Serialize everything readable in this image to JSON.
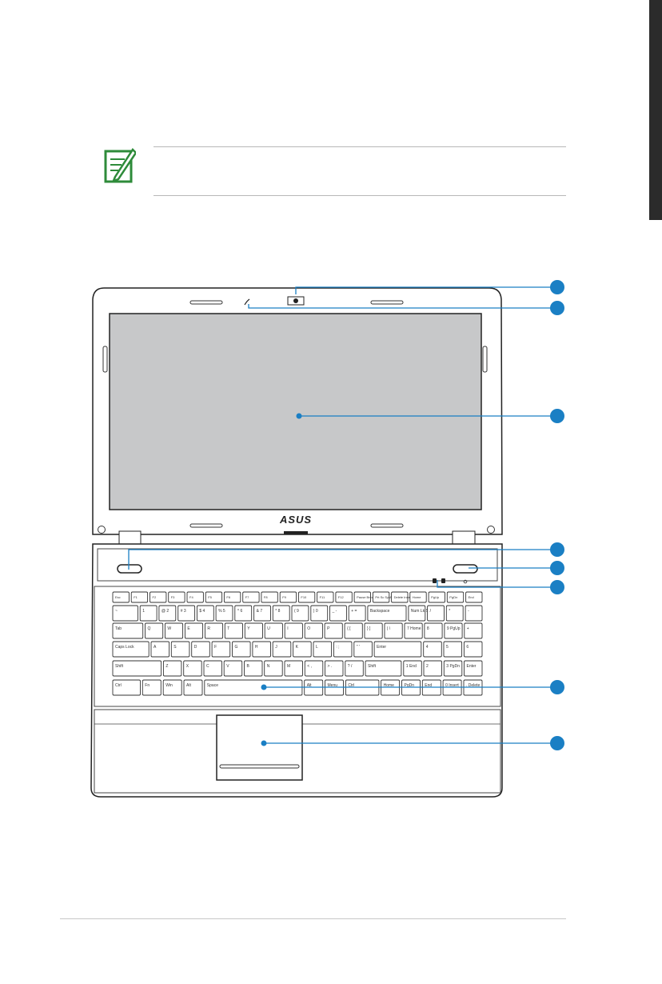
{
  "page": {
    "note_icon": "note-pencil-icon",
    "accent_color": "#1a7fc4",
    "icon_color": "#2e8b3a"
  },
  "figure": {
    "brand_logo": "ASUS",
    "callouts": [
      {
        "id": "camera"
      },
      {
        "id": "microphone"
      },
      {
        "id": "display-panel"
      },
      {
        "id": "power-switch"
      },
      {
        "id": "instant-key"
      },
      {
        "id": "status-indicators"
      },
      {
        "id": "keyboard"
      },
      {
        "id": "touchpad"
      }
    ],
    "keyboard_rows": [
      [
        "Esc",
        "F1",
        "F2",
        "F3",
        "F4",
        "F5",
        "F6",
        "F7",
        "F8",
        "F9",
        "F10",
        "F11",
        "F12",
        "Pause Break",
        "Prt Sc SysRq",
        "Delete Insert",
        "Home",
        "PgUp",
        "PgDn",
        "End"
      ],
      [
        "~",
        "1",
        "@ 2",
        "# 3",
        "$ 4",
        "% 5",
        "^ 6",
        "& 7",
        "* 8",
        "( 9",
        ") 0",
        "_ -",
        "+ =",
        "Backspace",
        "Num Lk Scr Lk",
        "/",
        "*",
        "-"
      ],
      [
        "Tab",
        "Q",
        "W",
        "E",
        "R",
        "T",
        "Y",
        "U",
        "I",
        "O",
        "P",
        "{ [",
        "} ]",
        "| \\",
        "7 Home",
        "8",
        "9 PgUp",
        "+"
      ],
      [
        "Caps Lock",
        "A",
        "S",
        "D",
        "F",
        "G",
        "H",
        "J",
        "K",
        "L",
        ": ;",
        "\" '",
        "Enter",
        "4",
        "5",
        "6"
      ],
      [
        "Shift",
        "Z",
        "X",
        "C",
        "V",
        "B",
        "N",
        "M",
        "< ,",
        "> .",
        "? /",
        "Shift",
        "1 End",
        "2",
        "3 PgDn",
        "Enter"
      ],
      [
        "Ctrl",
        "Fn",
        "Win",
        "Alt",
        "Space",
        "Alt",
        "Menu",
        "Ctrl",
        "Home",
        "PgDn",
        "End",
        "0 Insert",
        ". Delete"
      ]
    ]
  }
}
